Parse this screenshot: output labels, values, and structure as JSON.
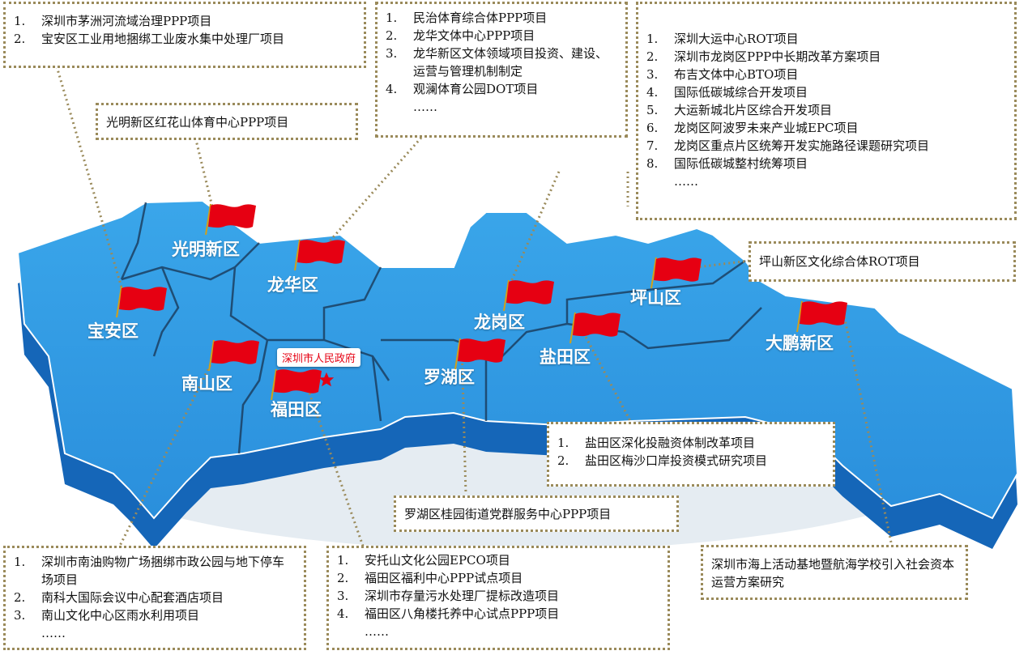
{
  "districts": [
    {
      "id": "guangming",
      "name": "光明新区"
    },
    {
      "id": "longhua",
      "name": "龙华区"
    },
    {
      "id": "baoan",
      "name": "宝安区"
    },
    {
      "id": "nanshan",
      "name": "南山区"
    },
    {
      "id": "futian",
      "name": "福田区"
    },
    {
      "id": "luohu",
      "name": "罗湖区"
    },
    {
      "id": "longgang",
      "name": "龙岗区"
    },
    {
      "id": "yantian",
      "name": "盐田区"
    },
    {
      "id": "pingshan",
      "name": "坪山区"
    },
    {
      "id": "dapeng",
      "name": "大鹏新区"
    }
  ],
  "government_label": "深圳市人民政府",
  "boxes": {
    "baoan": {
      "items": [
        {
          "num": "1.",
          "text": "深圳市茅洲河流域治理PPP项目"
        },
        {
          "num": "2.",
          "text": "宝安区工业用地捆绑工业废水集中处理厂项目"
        }
      ]
    },
    "guangming": {
      "text": "光明新区红花山体育中心PPP项目"
    },
    "longhua": {
      "items": [
        {
          "num": "1.",
          "text": "民治体育综合体PPP项目"
        },
        {
          "num": "2.",
          "text": "龙华文体中心PPP项目"
        },
        {
          "num": "3.",
          "text": "龙华新区文体领域项目投资、建设、运营与管理机制制定"
        },
        {
          "num": "4.",
          "text": "观澜体育公园DOT项目"
        }
      ],
      "more": "……"
    },
    "longgang": {
      "items": [
        {
          "num": "1.",
          "text": "深圳大运中心ROT项目"
        },
        {
          "num": "2.",
          "text": "深圳市龙岗区PPP中长期改革方案项目"
        },
        {
          "num": "3.",
          "text": "布吉文体中心BTO项目"
        },
        {
          "num": "4.",
          "text": "国际低碳城综合开发项目"
        },
        {
          "num": "5.",
          "text": "大运新城北片区综合开发项目"
        },
        {
          "num": "6.",
          "text": "龙岗区阿波罗未来产业城EPC项目"
        },
        {
          "num": "7.",
          "text": "龙岗区重点片区统筹开发实施路径课题研究项目"
        },
        {
          "num": "8.",
          "text": "国际低碳城整村统筹项目"
        }
      ],
      "more": "……"
    },
    "pingshan": {
      "text": "坪山新区文化综合体ROT项目"
    },
    "yantian": {
      "items": [
        {
          "num": "1.",
          "text": "盐田区深化投融资体制改革项目"
        },
        {
          "num": "2.",
          "text": "盐田区梅沙口岸投资模式研究项目"
        }
      ]
    },
    "luohu": {
      "text": "罗湖区桂园街道党群服务中心PPP项目"
    },
    "dapeng": {
      "text": "深圳市海上活动基地暨航海学校引入社会资本运营方案研究"
    },
    "nanshan": {
      "items": [
        {
          "num": "1.",
          "text": "深圳市南油购物广场捆绑市政公园与地下停车场项目"
        },
        {
          "num": "2.",
          "text": "南科大国际会议中心配套酒店项目"
        },
        {
          "num": "3.",
          "text": "南山文化中心区雨水利用项目"
        }
      ],
      "more": "……"
    },
    "futian": {
      "items": [
        {
          "num": "1.",
          "text": "安托山文化公园EPCO项目"
        },
        {
          "num": "2.",
          "text": "福田区福利中心PPP试点项目"
        },
        {
          "num": "3.",
          "text": "深圳市存量污水处理厂提标改造项目"
        },
        {
          "num": "4.",
          "text": "福田区八角楼托养中心试点PPP项目"
        }
      ],
      "more": "……"
    }
  },
  "colors": {
    "map_top": "#2f9be3",
    "map_side": "#1566b8",
    "border": "#9a8a5a",
    "flag": "#e60012"
  }
}
